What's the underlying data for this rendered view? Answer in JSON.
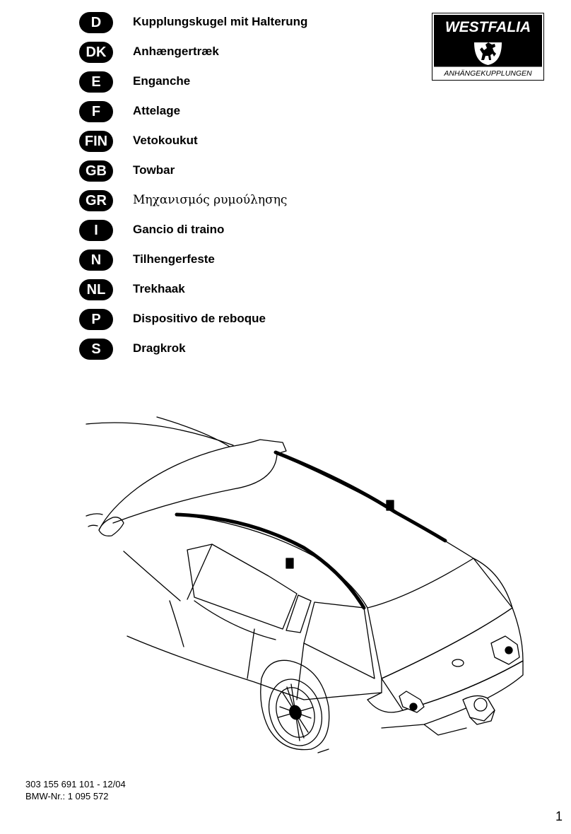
{
  "languages": [
    {
      "code": "D",
      "text": "Kupplungskugel mit Halterung"
    },
    {
      "code": "DK",
      "text": "Anhængertræk"
    },
    {
      "code": "E",
      "text": "Enganche"
    },
    {
      "code": "F",
      "text": "Attelage"
    },
    {
      "code": "FIN",
      "text": "Vetokoukut"
    },
    {
      "code": "GB",
      "text": "Towbar"
    },
    {
      "code": "GR",
      "text": "Μηχανισμός ρυμούλησης"
    },
    {
      "code": "I",
      "text": "Gancio di traino"
    },
    {
      "code": "N",
      "text": "Tilhengerfeste"
    },
    {
      "code": "NL",
      "text": "Trekhaak"
    },
    {
      "code": "P",
      "text": "Dispositivo de reboque"
    },
    {
      "code": "S",
      "text": "Dragkrok"
    }
  ],
  "logo": {
    "brand": "WESTFALIA",
    "tagline": "ANHÄNGEKUPPLUNGEN",
    "icon": "rearing-horse-icon"
  },
  "illustration": {
    "icon": "car-towbar-illustration"
  },
  "footer": {
    "part_number": "303 155 691 101 - 12/04",
    "bmw_number": "BMW-Nr.: 1 095 572"
  },
  "page_number": "1"
}
